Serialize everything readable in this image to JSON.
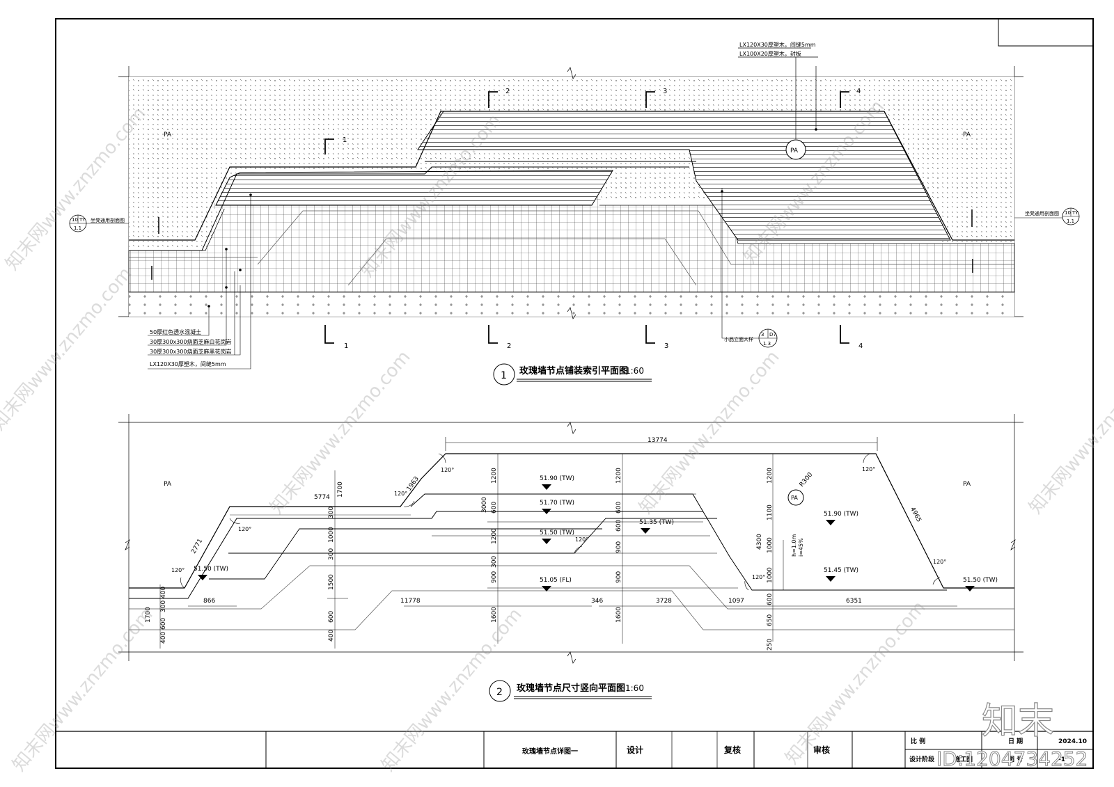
{
  "drawing1": {
    "title": "玫瑰墙节点铺装索引平面图",
    "scale": "1:60",
    "number": "1",
    "pa_left": "PA",
    "pa_right": "PA",
    "pa_circle": "PA",
    "sections": [
      "1",
      "2",
      "3",
      "4"
    ],
    "callout_top": [
      "LX120X30厚塑木，间缝5mm",
      "LX100X20厚塑木，封板"
    ],
    "callouts_left": [
      "50厚红色透水混凝土",
      "30厚300x300烧面芝麻白花岗岩",
      "30厚300x300烧面芝麻黑花岗岩",
      "LX120X30厚塑木，间缝5mm"
    ],
    "seat_ref_label": "坐凳通用剖面图",
    "seat_ref_num": "10",
    "seat_ref_sheet": "TY",
    "seat_ref_sub": "1.1",
    "detail_label": "小品立面大样",
    "detail_num": "3",
    "detail_sheet": "D7",
    "detail_sub": "1.3"
  },
  "drawing2": {
    "title": "玫瑰墙节点尺寸竖向平面图",
    "scale": "1:60",
    "number": "2",
    "pa_left": "PA",
    "pa_right": "PA",
    "pa_circle": "PA",
    "dims": {
      "top": "13774",
      "d5774": "5774",
      "d1963": "1963",
      "d2771": "2771",
      "d4965": "4965",
      "d866": "866",
      "d11778": "11778",
      "d346": "346",
      "d3728": "3728",
      "d1097": "1097",
      "d6351": "6351",
      "v1700": "1700",
      "v3000": "3000",
      "v4300": "4300",
      "r300": "R300",
      "v1200": "1200",
      "v600": "600",
      "v1000": "1000",
      "v300": "300",
      "v900": "900",
      "v1500": "1500",
      "v1600": "1600",
      "v400": "400",
      "v650": "650",
      "v250": "250",
      "v1100": "1100"
    },
    "angle": "120°",
    "slope1": "h=1.0m",
    "slope2": "i=45%",
    "elevations": [
      "51.90 (TW)",
      "51.70 (TW)",
      "51.50 (TW)",
      "51.35 (TW)",
      "51.05 (FL)",
      "51.50 (TW)",
      "51.90 (TW)",
      "51.45 (TW)",
      "51.50 (TW)"
    ]
  },
  "title_block": {
    "sheet_name": "玫瑰墙节点详图一",
    "design": "设计",
    "check": "复核",
    "review": "审核",
    "scale_label": "比  例",
    "date_label": "日  期",
    "date_value": "2024.10",
    "phase_label": "设计阶段",
    "phase_value": "施工图",
    "sheet_label": "图  号",
    "sheet_value": "-1"
  },
  "watermark": {
    "site": "知末网www.znzmo.com",
    "logo": "知末",
    "id": "ID:1204734252"
  }
}
